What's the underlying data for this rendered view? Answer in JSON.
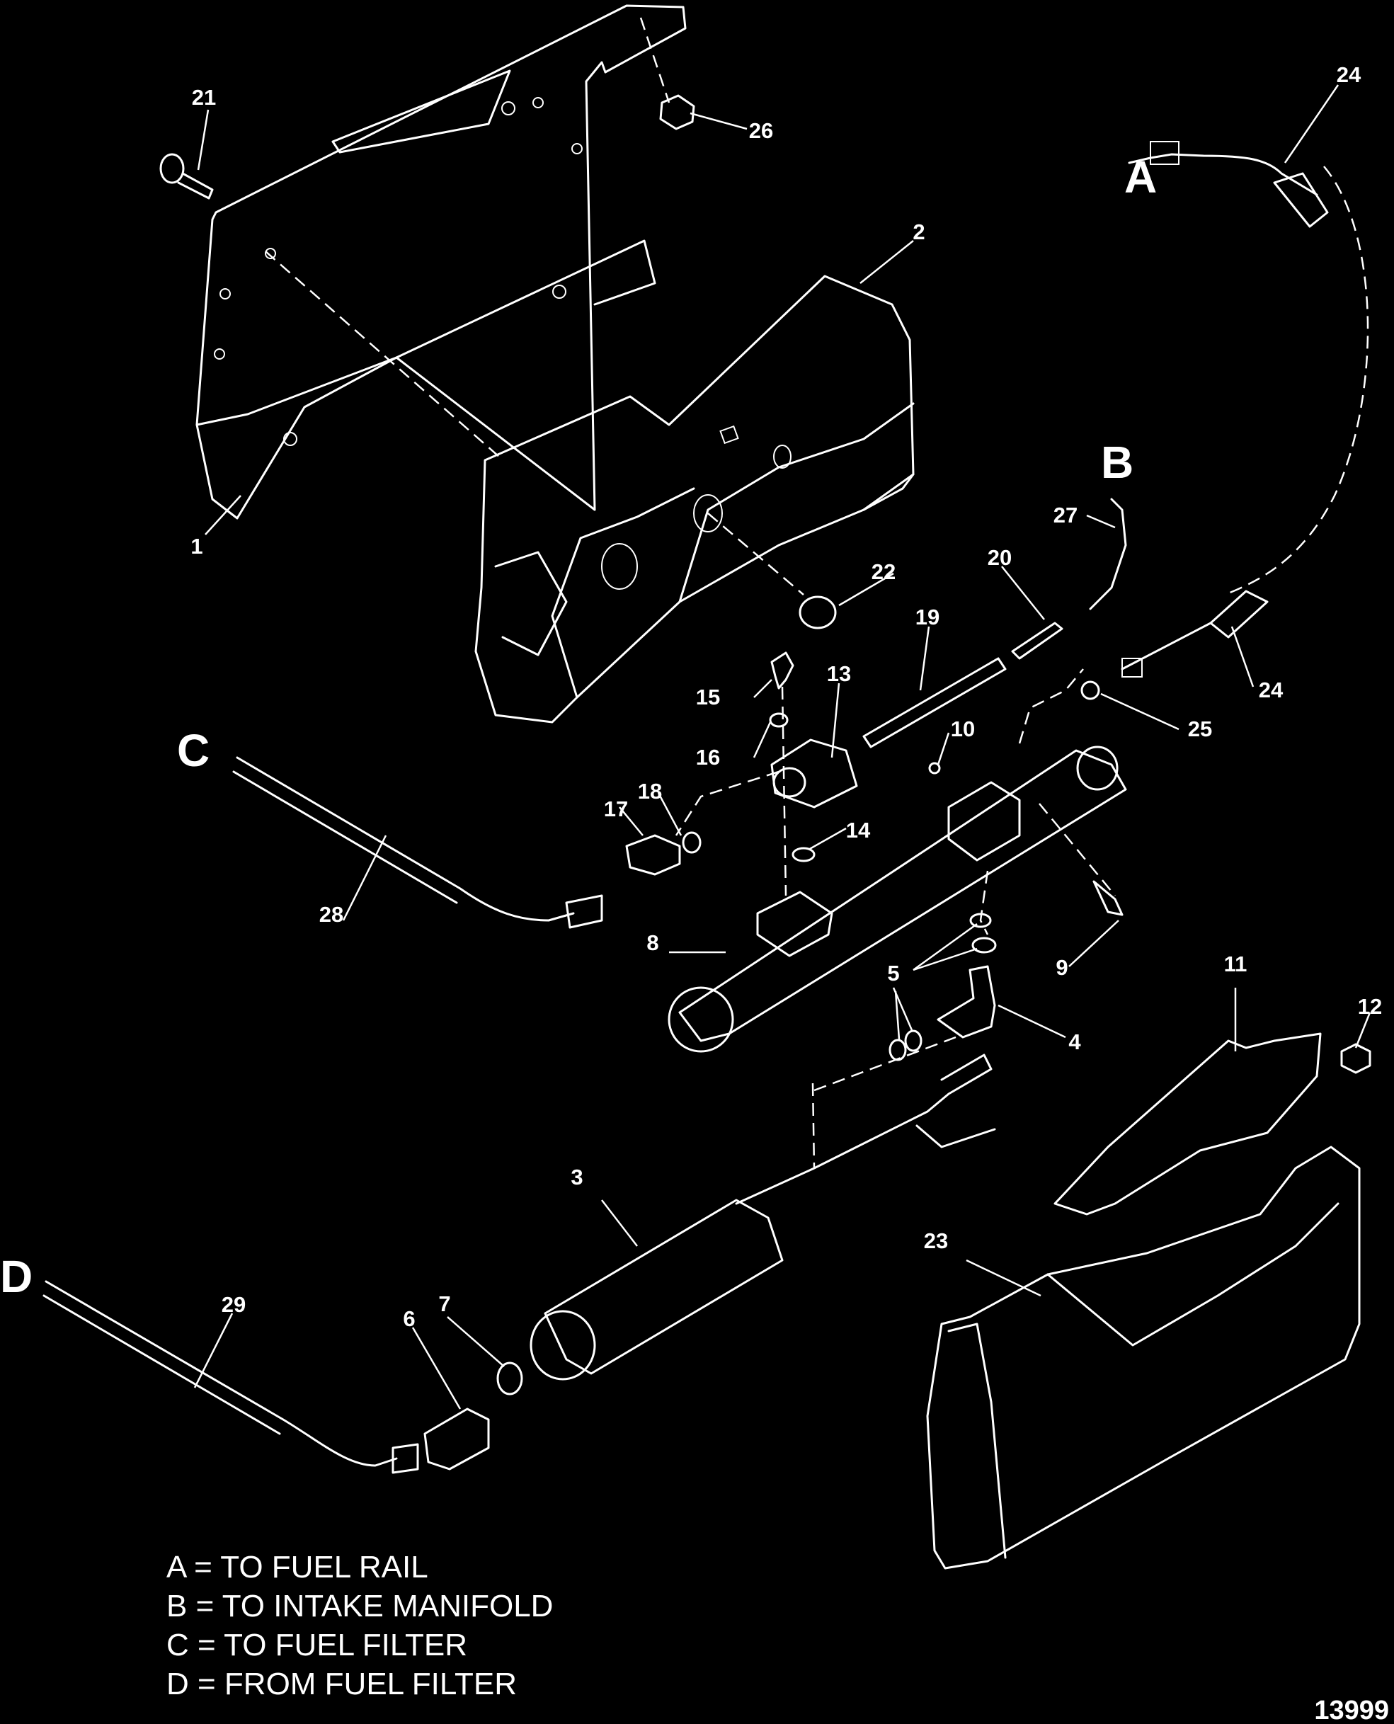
{
  "callouts": [
    {
      "id": "c21",
      "text": "21"
    },
    {
      "id": "c26",
      "text": "26"
    },
    {
      "id": "c24a",
      "text": "24"
    },
    {
      "id": "c2",
      "text": "2"
    },
    {
      "id": "c1",
      "text": "1"
    },
    {
      "id": "c27",
      "text": "27"
    },
    {
      "id": "c20",
      "text": "20"
    },
    {
      "id": "c22",
      "text": "22"
    },
    {
      "id": "c19",
      "text": "19"
    },
    {
      "id": "c13",
      "text": "13"
    },
    {
      "id": "c15",
      "text": "15"
    },
    {
      "id": "c16",
      "text": "16"
    },
    {
      "id": "c10",
      "text": "10"
    },
    {
      "id": "c25",
      "text": "25"
    },
    {
      "id": "c24b",
      "text": "24"
    },
    {
      "id": "c17",
      "text": "17"
    },
    {
      "id": "c18",
      "text": "18"
    },
    {
      "id": "c14",
      "text": "14"
    },
    {
      "id": "c28",
      "text": "28"
    },
    {
      "id": "c8",
      "text": "8"
    },
    {
      "id": "c5",
      "text": "5"
    },
    {
      "id": "c9",
      "text": "9"
    },
    {
      "id": "c11",
      "text": "11"
    },
    {
      "id": "c12",
      "text": "12"
    },
    {
      "id": "c4",
      "text": "4"
    },
    {
      "id": "c3",
      "text": "3"
    },
    {
      "id": "c23",
      "text": "23"
    },
    {
      "id": "c29",
      "text": "29"
    },
    {
      "id": "c6",
      "text": "6"
    },
    {
      "id": "c7",
      "text": "7"
    }
  ],
  "connection_letters": {
    "a": "A",
    "b": "B",
    "c": "C",
    "d": "D"
  },
  "legend": [
    "A = TO FUEL RAIL",
    "B = TO INTAKE MANIFOLD",
    "C = TO FUEL FILTER",
    "D = FROM FUEL FILTER"
  ],
  "figure_id": "13999"
}
